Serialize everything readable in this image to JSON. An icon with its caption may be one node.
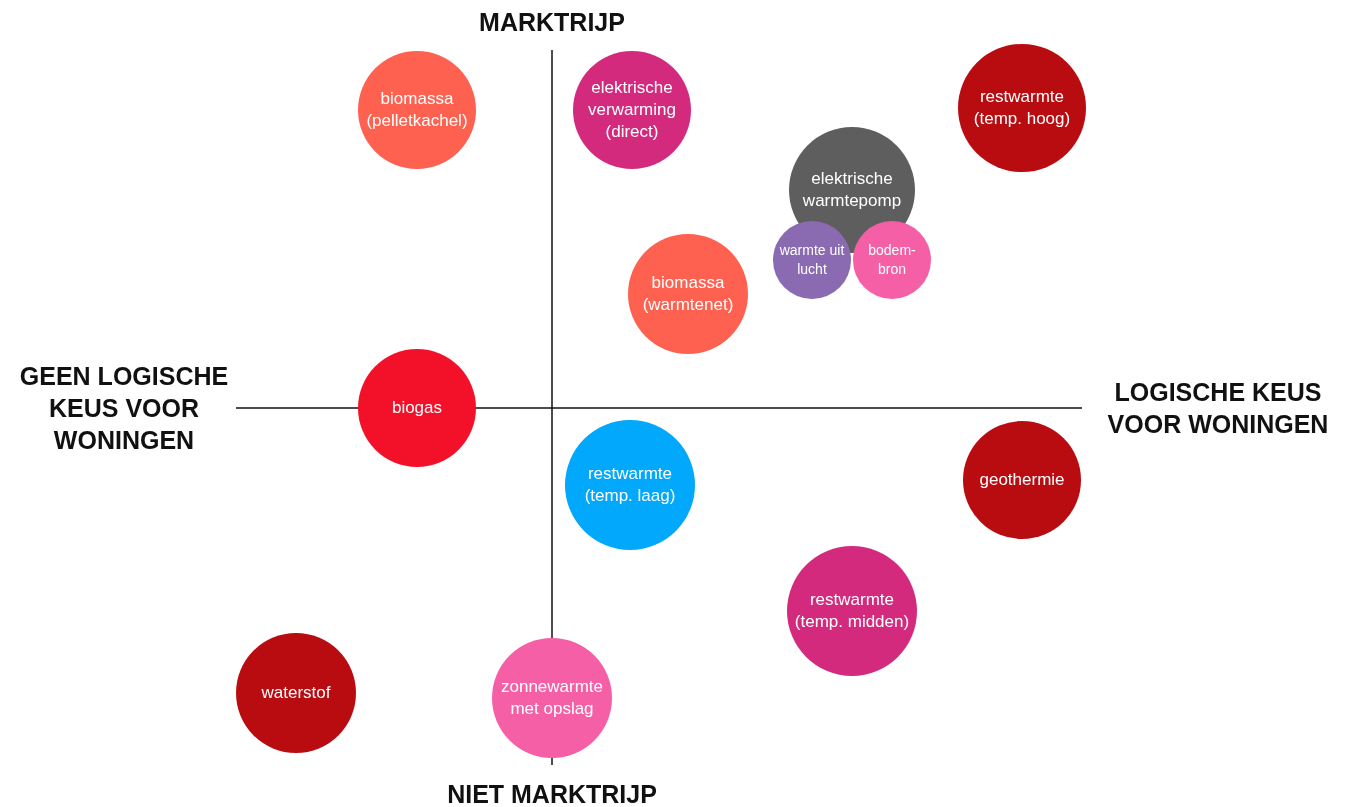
{
  "diagram": {
    "nodes": [
      {
        "text": [
          "biomassa (pelletkachel)"
        ]
      },
      {
        "text": [
          "elektrische verwarming (direct)"
        ]
      },
      {
        "text": [
          "restwarmte (temp. hoog)"
        ]
      },
      {
        "text": [
          "elektrische warmtepomp"
        ]
      },
      {
        "text": [
          "warmte uit lucht"
        ]
      },
      {
        "text": [
          "bodem- bron"
        ]
      },
      {
        "text": [
          "biomassa (warmtenet)"
        ]
      },
      {
        "text": [
          "biogas"
        ]
      },
      {
        "text": [
          "restwarmte (temp. laag)"
        ]
      },
      {
        "text": [
          "geothermie"
        ]
      },
      {
        "text": [
          "restwarmte (temp. midden)"
        ]
      },
      {
        "text": [
          "waterstof"
        ]
      },
      {
        "text": [
          "zonnewarmte met opslag"
        ]
      }
    ],
    "edges": [],
    "labels": [
      "MARKTRIJP",
      "GEEN LOGISCHE KEUS VOOR WONINGEN",
      "LOGISCHE KEUS VOOR WONINGEN",
      "NIET MARKTRIJP"
    ]
  }
}
